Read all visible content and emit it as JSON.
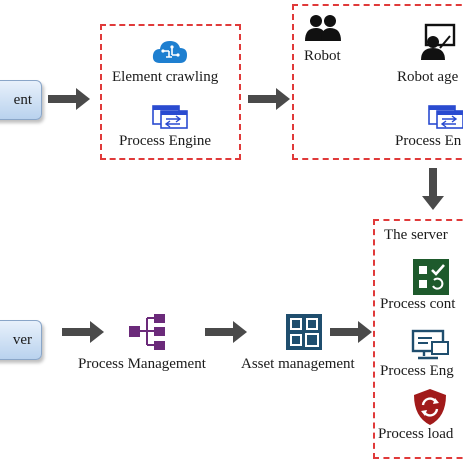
{
  "left_nodes": {
    "top_label": "ent",
    "bottom_label": "ver"
  },
  "client_box": {
    "item1": "Element crawling",
    "item2": "Process Engine"
  },
  "robot_box": {
    "item1": "Robot",
    "item2": "Robot age",
    "item3": "Process En"
  },
  "middle_nodes": {
    "process_management": "Process Management",
    "asset_management": "Asset management"
  },
  "server_box": {
    "title": "The server",
    "item1": "Process cont",
    "item2": "Process Eng",
    "item3": "Process load"
  },
  "icons": [
    "brain-cloud-icon",
    "window-arrows-icon",
    "users-icon",
    "presenter-icon",
    "hierarchy-icon",
    "grid-icon",
    "checklist-icon",
    "monitor-network-icon",
    "shield-refresh-icon"
  ],
  "colors": {
    "dashed_border": "#e03a3a",
    "arrow": "#4a4a4a",
    "pill_fill": "#cfe0f4",
    "hierarchy": "#6b2a7a",
    "asset": "#1f4e6e",
    "checklist": "#1e5a2c",
    "shield": "#a11a1a"
  }
}
